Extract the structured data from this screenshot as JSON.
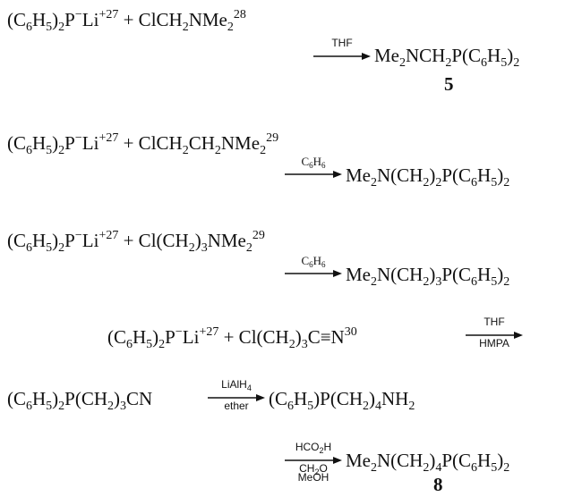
{
  "reactions": [
    {
      "reactant1": "(C6H5)2P−Li+",
      "ref1": "27",
      "reactant2": "ClCH2NMe2",
      "ref2": "28",
      "reagent_above": "THF",
      "product": "Me2NCH2P(C6H5)2",
      "compound_number": "5"
    },
    {
      "reactant1": "(C6H5)2P−Li+",
      "ref1": "27",
      "reactant2": "ClCH2CH2NMe2",
      "ref2": "29",
      "reagent_above": "C6H6",
      "product": "Me2N(CH2)2P(C6H5)2"
    },
    {
      "reactant1": "(C6H5)2P−Li+",
      "ref1": "27",
      "reactant2": "Cl(CH2)3NMe2",
      "ref2": "29",
      "reagent_above": "C6H6",
      "product": "Me2N(CH2)3P(C6H5)2"
    },
    {
      "reactant1": "(C6H5)2P−Li+",
      "ref1": "27",
      "reactant2": "Cl(CH2)3C≡N",
      "ref2": "30",
      "reagent_above": "THF",
      "reagent_below": "HMPA"
    },
    {
      "reactant": "(C6H5)2P(CH2)3CN",
      "reagent_above": "LiAlH4",
      "reagent_below": "ether",
      "product": "(C6H5)P(CH2)4NH2"
    },
    {
      "reagent_above": "HCO2H",
      "reagent_below_1": "CH2O",
      "reagent_below_2": "MeOH",
      "product": "Me2N(CH2)4P(C6H5)2",
      "compound_number": "8"
    }
  ]
}
